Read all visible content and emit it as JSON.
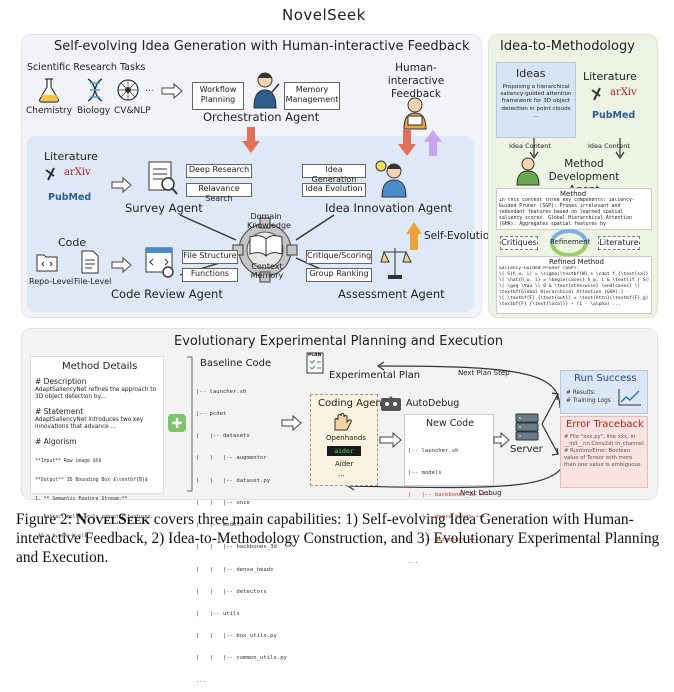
{
  "title": "NovelSeek",
  "top_left": {
    "heading": "Self-evolving Idea Generation with Human-interactive Feedback",
    "tasks_label": "Scientific Research Tasks",
    "tasks": [
      "Chemistry",
      "Biology",
      "CV&NLP"
    ],
    "tasks_more": "...",
    "workflow": "Workflow Planning",
    "memory_mgmt": "Memory Management",
    "orchestration": "Orchestration Agent",
    "human_feedback": "Human-interactive Feedback",
    "literature": "Literature",
    "arxiv": "arXiv",
    "pubmed": "PubMed",
    "deep_research": "Deep Research",
    "relevance_search": "Relavance Search",
    "survey_agent": "Survey Agent",
    "idea_generation": "Idea Generation",
    "idea_evolution": "Idea Evolution",
    "idea_agent": "Idea Innovation Agent",
    "domain_knowledge": "Domain Knowledge",
    "context_memory": "Context Memory",
    "self_evolution": "Self-Evolution",
    "code": "Code",
    "repo_level": "Repo-Level",
    "file_level": "File-Level",
    "file_structure": "File Structure",
    "functions": "Functions",
    "code_review_agent": "Code Review Agent",
    "critique": "Critique/Scoring",
    "group_ranking": "Group Ranking",
    "assessment_agent": "Assessment Agent"
  },
  "top_right": {
    "heading": "Idea-to-Methodology",
    "ideas_title": "Ideas",
    "ideas_text": "Proposing a hierarchical saliency-guided attention framework for 3D object detection in point clouds ...",
    "literature": "Literature",
    "arxiv": "arXiv",
    "pubmed": "PubMed",
    "idea_content_1": "Idea Content",
    "idea_content_2": "Idea Content",
    "method_dev_agent": "Method Development Agent",
    "method_title": "Method",
    "method_text": "In this context three key components: Saliency-Guided Pruner (SGP): Prunes irrelevant and redundant features based on learned spatial saliency scores. Global Hierarchical Attention (GHA): Aggregates spatial features by hierarchically combining local and global cues ...",
    "critiques": "Critiques",
    "refinement": "Refinement",
    "literature2": "Literature",
    "refined_title": "Refined Method",
    "refined_lines": [
      "Saliency-Guided Pruner (SGP):",
      "\\[ S(h_w, i) = \\sigma(\\textbf{W}_s \\cdot f_{\\text{sal}} + b_s), \\]",
      "\\[ \\hat{h_w, i} = \\begin{cases} h_w, i & \\text{if } S(h_w, i) \\geq \\tau \\",
      "\\[ \\geq \\tau \\\\ 0 & \\text{otherwise} \\end{cases} \\]",
      "\\textbf{Global Hierarchical Attention (GHA):}",
      "\\[ \\textbf{F}_{\\text{out}} = \\text{Attn}(\\textbf{F}_g)",
      "\\textbf{F}_{\\text{local}} + (1 - \\alpha) ..."
    ]
  },
  "bottom": {
    "heading": "Evolutionary Experimental Planning and Execution",
    "method_details": "Method Details",
    "desc_head": "# Description",
    "desc_text": "AdaptSaliencyNet refines the approach to 3D object detection by...",
    "stmt_head": "# Statement",
    "stmt_text": "AdaptSaliencyNet introduces two key innovations that advance ...",
    "algo_head": "# Algorism",
    "algo_lines": [
      "**Input** Raw image $X$",
      "**Output** 3D Bounding Box $\\textbf{B}$",
      "1. ** Semantic Feature Stream:**",
      " - Extract multi-scale semantic features:",
      " $S = f_s(X; W_s)$"
    ],
    "baseline_code": "Baseline Code",
    "baseline_lines": [
      "|-- launcher.sh",
      "|-- pcdet",
      "|   |-- datasets",
      "|   |   |-- augmentor",
      "|   |   |-- dataset.py",
      "|   |   |-- once",
      "|   |-- models",
      "|   |   |-- backbones_3d",
      "|   |   |-- dense_heads",
      "|   |   |-- detectors",
      "|   |-- utils",
      "|   |   |-- box_utils.py",
      "|   |   |-- common_utils.py",
      "..."
    ],
    "plan_label": "PLAN",
    "experimental_plan": "Experimental Plan",
    "next_plan_step": "Next Plan Step",
    "coding_agent": "Coding Agent",
    "openhands": "Openhands",
    "aider_badge": "aider",
    "aider": "Aider",
    "coding_more": "...",
    "autodebug": "AutoDebug",
    "new_code": "New Code",
    "new_code_lines": [
      "|-- launcher.sh",
      "|-- models",
      "|   |-- backbones_3d +++--",
      "|   |-- dense_heads +++--",
      "|   |-- detectors +++---",
      "..."
    ],
    "server": "Server",
    "run_success": "Run Success",
    "results_line1": "# Results:",
    "results_line2": "# Training Logs",
    "error_traceback": "Error Traceback",
    "error_lines": [
      "# File \"xxx.py\", line xxx, in",
      "__init__nn.Conv2d( in_channels...",
      "",
      "# RuntimeError: Boolean",
      "value of Tensor with more",
      "than one value is ambiguous"
    ],
    "next_debug": "Next Debug"
  },
  "caption": {
    "prefix": "Figure 2: ",
    "name": "NovelSeek",
    "text": " covers three main capabilities: 1) Self-evolving Idea Generation with Human-interactive Feedback, 2) Idea-to-Methodology Construction, and 3) Evolutionary Experimental Planning and Execution."
  },
  "colors": {
    "top_left_bg": "#f1f3f9",
    "top_right_bg": "#eef4e4",
    "bottom_bg": "#f3f3f3",
    "inner_blue": "#dfe8f6",
    "arrow_red": "#e0705a",
    "arrow_purple": "#c9a4ee",
    "run_success_bg": "#dce7f6",
    "error_bg": "#fae3e0",
    "ideas_bg": "#d6e4f3"
  }
}
